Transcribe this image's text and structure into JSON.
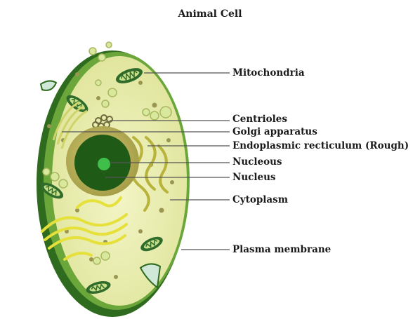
{
  "title": "Animal Cell",
  "labels": {
    "mitochondria": "Mitochondria",
    "centrioles": "Centrioles",
    "golgi": "Golgi apparatus",
    "er_rough": "Endoplasmic recticulum (Rough)",
    "nucleolus": "Nucleous",
    "nucleus": "Nucleus",
    "cytoplasm": "Cytoplasm",
    "plasma_membrane": "Plasma membrane"
  },
  "colors": {
    "membrane_dark": "#2e6b1f",
    "membrane_light": "#6aa63a",
    "cytoplasm": "#eef0b8",
    "nucleus_ring": "#b9b05a",
    "nucleus_core": "#1f5a17",
    "nucleolus": "#3fbf4a",
    "golgi": "#e6e03a",
    "er": "#b8b33c",
    "mitochondria_outer": "#2f6b2a",
    "vesicle": "#cfe59a",
    "leader_line": "#555555"
  }
}
